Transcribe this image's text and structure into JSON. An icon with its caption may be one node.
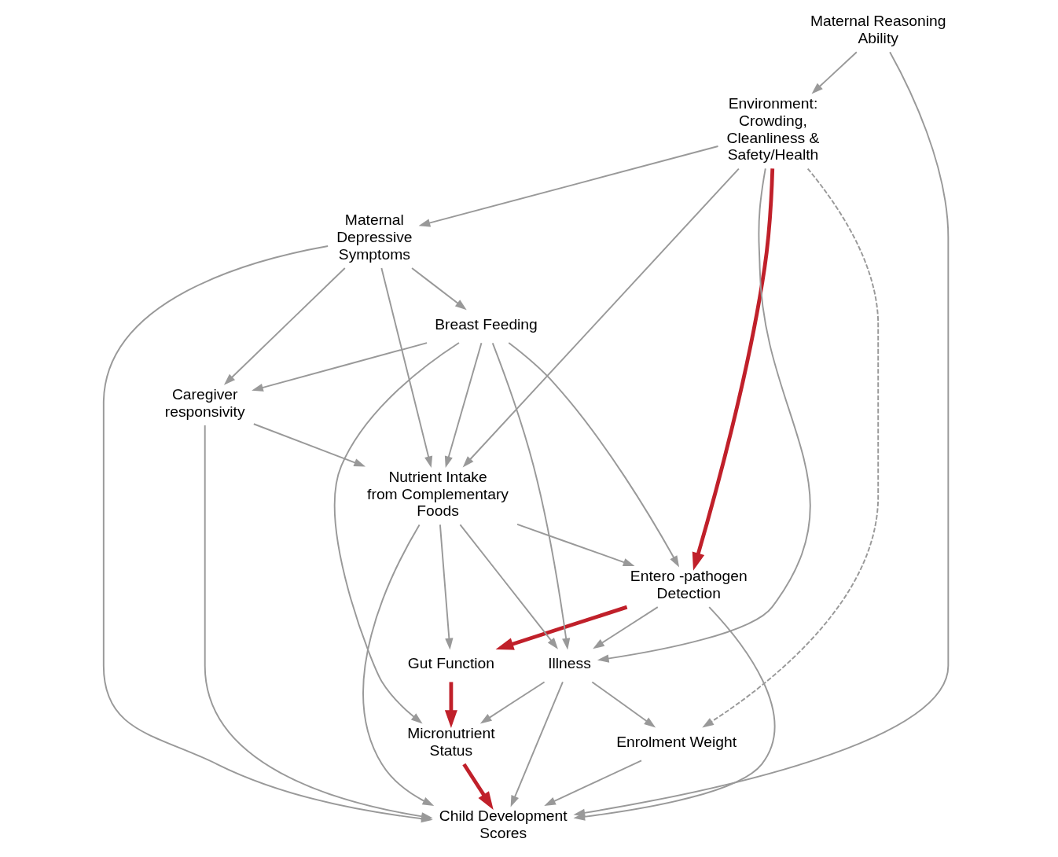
{
  "diagram": {
    "nodes": [
      {
        "text": [
          "Environment: Crowding, Cleanliness & Safety/Health"
        ]
      },
      {
        "text": [
          "Entero -pathogen Detection"
        ]
      },
      {
        "text": [
          "Illness"
        ]
      },
      {
        "text": [
          "Gut Function"
        ]
      },
      {
        "text": [
          "Breast Feeding"
        ]
      },
      {
        "text": [
          "Micronutrient Status"
        ]
      },
      {
        "text": [
          "Nutrient Intake from Complementary Foods"
        ]
      },
      {
        "text": [
          "Caregiver responsivity"
        ]
      },
      {
        "text": [
          "Enrolment Weight"
        ]
      },
      {
        "text": [
          "Child Development Scores"
        ]
      },
      {
        "text": [
          "Maternal Reasoning Ability"
        ]
      },
      {
        "text": [
          "Maternal Depressive Symptoms"
        ]
      }
    ],
    "edges": [
      {
        "from": 0,
        "to": 1,
        "arrow": "to",
        "style": "thick",
        "color": "#c0202a"
      },
      {
        "from": 0,
        "to": 2,
        "arrow": "to"
      },
      {
        "from": 0,
        "to": 6,
        "arrow": "to"
      },
      {
        "from": 0,
        "to": 8,
        "arrow": "to",
        "style": "dashed"
      },
      {
        "from": 0,
        "to": 11,
        "arrow": "to"
      },
      {
        "from": 1,
        "to": 2,
        "arrow": "to"
      },
      {
        "from": 1,
        "to": 9,
        "arrow": "to"
      },
      {
        "from": 1,
        "to": 3,
        "arrow": "to",
        "style": "thick",
        "color": "#c0202a"
      },
      {
        "from": 3,
        "to": 5,
        "arrow": "to",
        "style": "thick",
        "color": "#c0202a"
      },
      {
        "from": 5,
        "to": 9,
        "arrow": "to",
        "style": "thick",
        "color": "#c0202a"
      },
      {
        "from": 4,
        "to": 1,
        "arrow": "to"
      },
      {
        "from": 4,
        "to": 2,
        "arrow": "to"
      },
      {
        "from": 4,
        "to": 5,
        "arrow": "to"
      },
      {
        "from": 4,
        "to": 7,
        "arrow": "to"
      },
      {
        "from": 4,
        "to": 6,
        "arrow": "to"
      },
      {
        "from": 6,
        "to": 1,
        "arrow": "to"
      },
      {
        "from": 6,
        "to": 3,
        "arrow": "to"
      },
      {
        "from": 6,
        "to": 2,
        "arrow": "to"
      },
      {
        "from": 6,
        "to": 9,
        "arrow": "to"
      },
      {
        "from": 7,
        "to": 6,
        "arrow": "to"
      },
      {
        "from": 7,
        "to": 9,
        "arrow": "to"
      },
      {
        "from": 2,
        "to": 5,
        "arrow": "to"
      },
      {
        "from": 2,
        "to": 8,
        "arrow": "to"
      },
      {
        "from": 2,
        "to": 9,
        "arrow": "to"
      },
      {
        "from": 8,
        "to": 9,
        "arrow": "to"
      },
      {
        "from": 10,
        "to": 0,
        "arrow": "to"
      },
      {
        "from": 10,
        "to": 9,
        "arrow": "to"
      },
      {
        "from": 11,
        "to": 7,
        "arrow": "to"
      },
      {
        "from": 11,
        "to": 4,
        "arrow": "to"
      },
      {
        "from": 11,
        "to": 6,
        "arrow": "to"
      },
      {
        "from": 11,
        "to": 9,
        "arrow": "to"
      }
    ]
  }
}
